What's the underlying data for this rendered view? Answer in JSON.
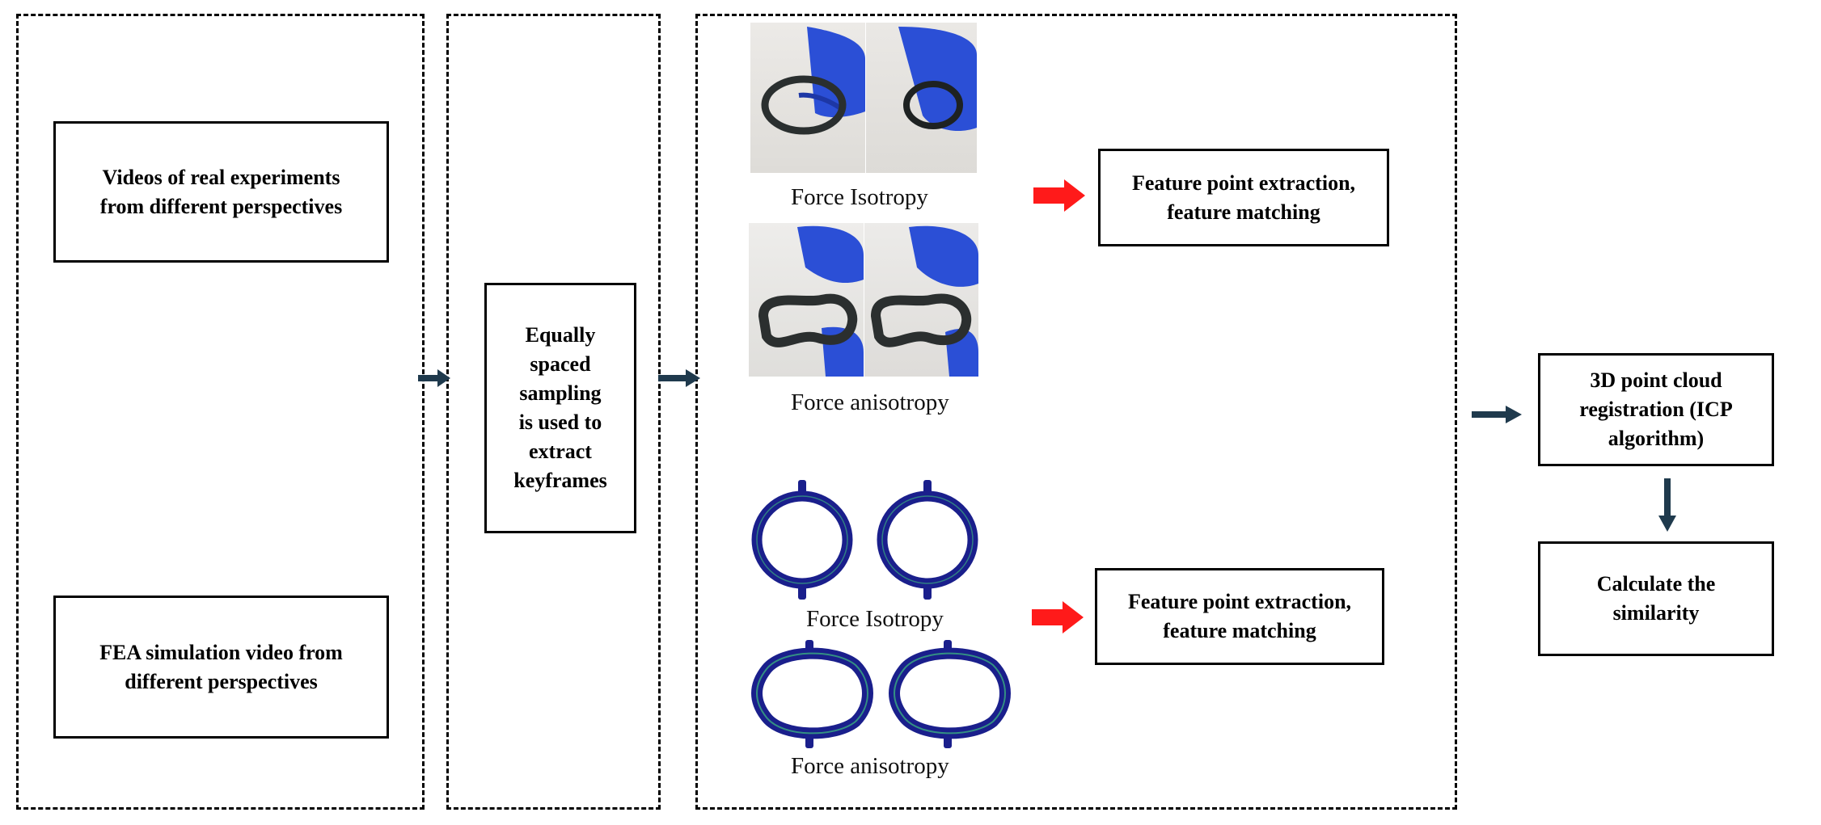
{
  "colors": {
    "flow_arrow": "#1f3a4d",
    "highlight_arrow": "#ff1a1a",
    "glove_blue": "#2b4fd6",
    "ring_sim_blue": "#1a1f8c",
    "ring_sim_edge": "#3fbf7f"
  },
  "input_panel": {
    "real_box": "Videos of real experiments\nfrom different perspectives",
    "fea_box": "FEA simulation video from\ndifferent perspectives"
  },
  "sampling_panel": {
    "box": "Equally\nspaced\nsampling\nis used to\nextract\nkeyframes"
  },
  "frames_panel": {
    "real_isotropy_caption": "Force Isotropy",
    "real_anisotropy_caption": "Force anisotropy",
    "sim_isotropy_caption": "Force Isotropy",
    "sim_anisotropy_caption": "Force anisotropy",
    "feature_box_real": "Feature point extraction,\nfeature matching",
    "feature_box_sim": "Feature point extraction,\nfeature matching"
  },
  "right_flow": {
    "registration_box": "3D point cloud\nregistration (ICP\nalgorithm)",
    "similarity_box": "Calculate the\nsimilarity"
  },
  "icons": {
    "flow_arrow": "right-arrow-icon",
    "down_arrow": "down-arrow-icon",
    "highlight_arrow": "red-right-arrow-icon"
  }
}
